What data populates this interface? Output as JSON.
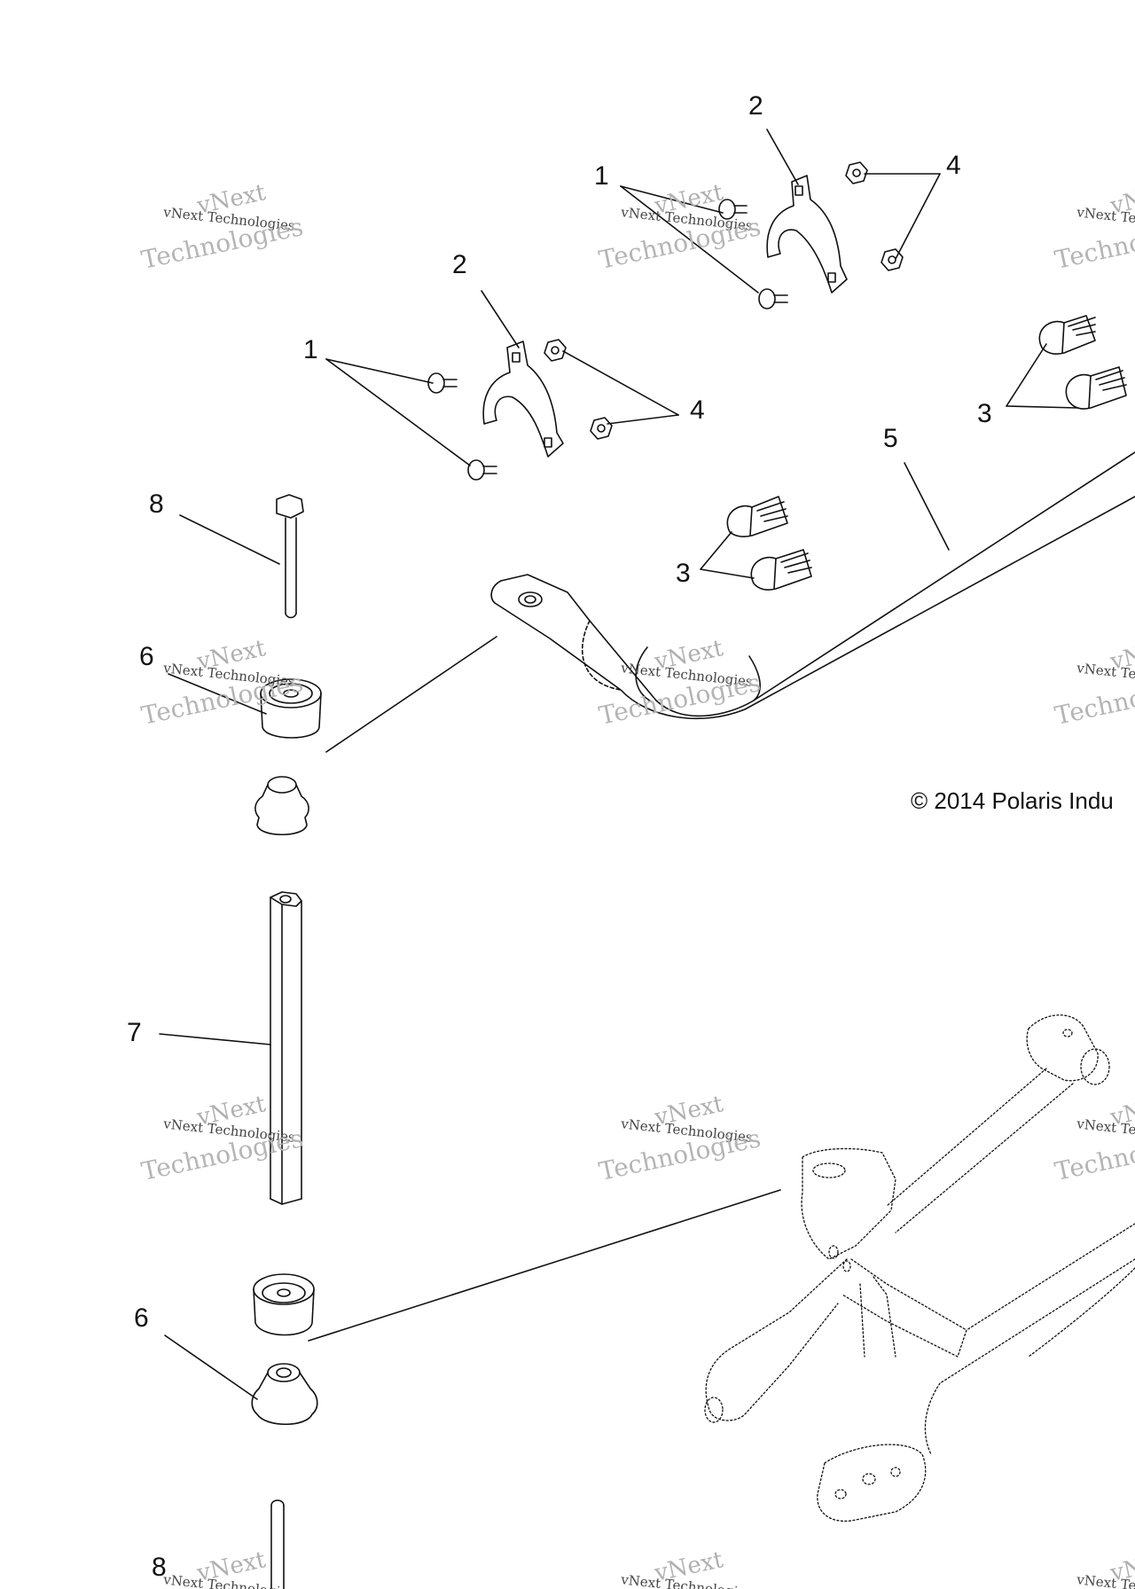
{
  "callouts": {
    "c1a": "1",
    "c1b": "1",
    "c2a": "2",
    "c2b": "2",
    "c3a": "3",
    "c3b": "3",
    "c4a": "4",
    "c4b": "4",
    "c5": "5",
    "c6a": "6",
    "c6b": "6",
    "c7": "7",
    "c8a": "8",
    "c8b": "8"
  },
  "copyright": "© 2014 Polaris Indu",
  "watermark": {
    "line1": "vNext",
    "line2": "vNext Technologies",
    "line3": "Technologies"
  }
}
